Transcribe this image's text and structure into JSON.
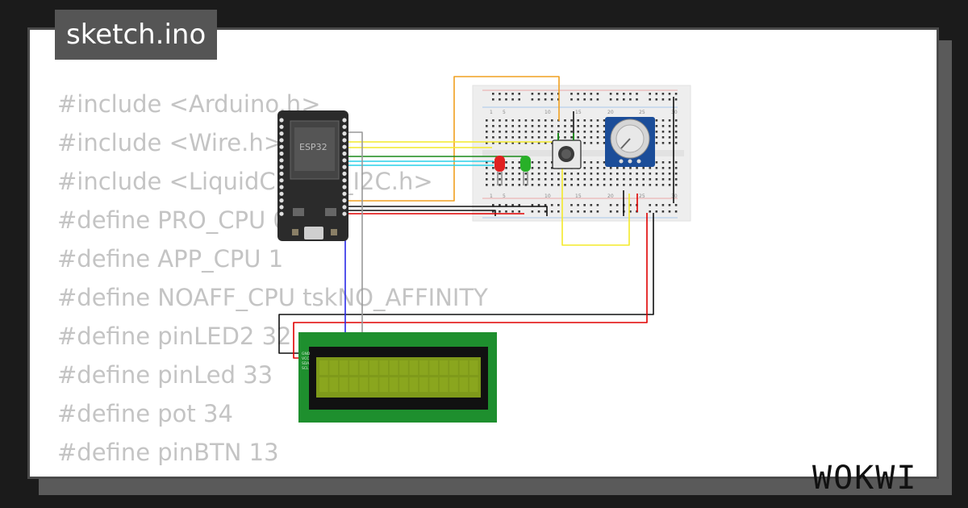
{
  "sketch": {
    "filename": "sketch.ino"
  },
  "code_lines": [
    "#include <Arduino.h>",
    "#include <Wire.h>",
    "#include <LiquidCrystal_I2C.h>",
    "#define PRO_CPU 0",
    "#define APP_CPU 1",
    "#define NOAFF_CPU tskNO_AFFINITY",
    "#define pinLED2 32",
    "#define pinLed 33",
    "#define pot 34",
    "#define pinBTN 13"
  ],
  "esp32": {
    "label": "ESP32"
  },
  "breadboard": {
    "column_numbers": [
      "1",
      "5",
      "10",
      "15",
      "20",
      "25",
      "30"
    ]
  },
  "lcd": {
    "pin_labels": [
      "GND",
      "VCC",
      "SDA",
      "SCL"
    ]
  },
  "brand": {
    "name": "WOKWI"
  },
  "colors": {
    "background": "#1b1b1b",
    "card": "#ffffff",
    "tab": "#555555",
    "code_text": "#c4c4c4",
    "wire_orange": "#f0a020",
    "wire_yellow": "#f4ea2a",
    "wire_green": "#1a8a1a",
    "wire_cyan": "#28d0e8",
    "wire_blue": "#2a2ae8",
    "wire_red": "#e00000",
    "wire_black": "#111111",
    "wire_gray": "#999999",
    "lcd_board": "#1e8f2e",
    "lcd_screen": "#7f9a1a",
    "pot_board": "#1b4d99"
  }
}
